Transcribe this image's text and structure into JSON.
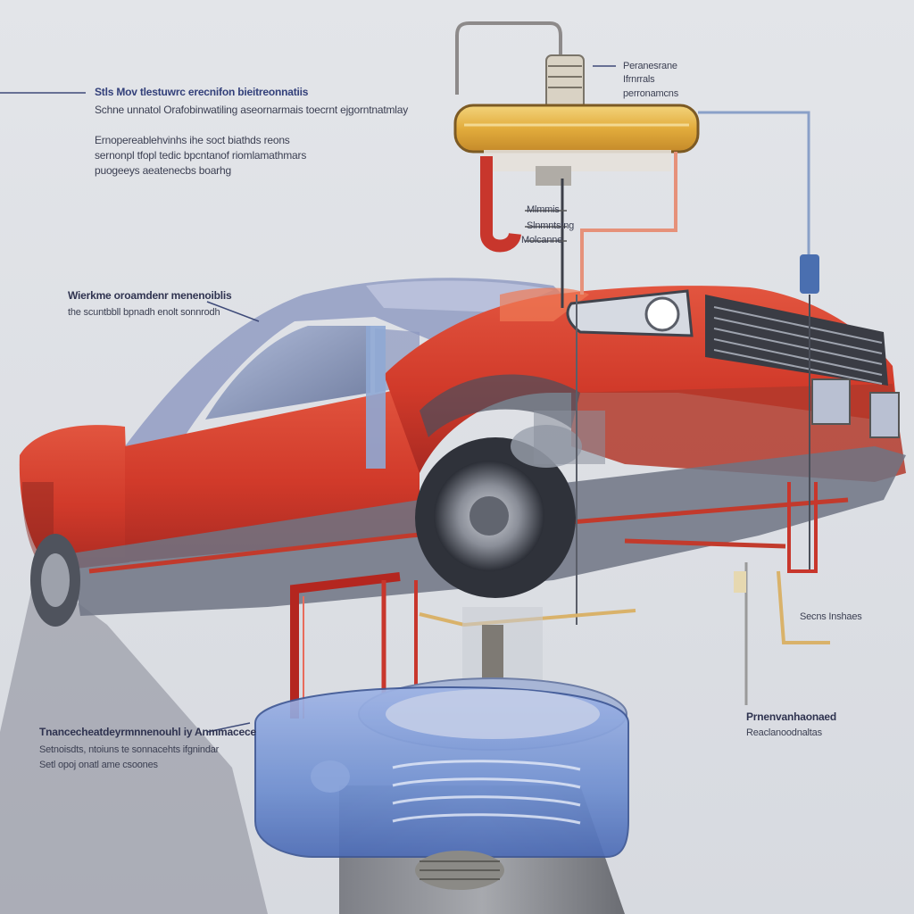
{
  "colors": {
    "background": "#e4e6ea",
    "car_body": "#d9412f",
    "reservoir_fill": "#e8b84a",
    "lines_red": "#c8362c",
    "lines_blue": "#4a6fb0",
    "pump_housing": "#6f8fd0"
  },
  "callouts": {
    "main_title": "Stls Mov tlestuwrc erecnifon bieitreonnatiis",
    "main_subtitle": "Schne unnatol Orafobinwatiling aseornarmais toecrnt ejgorntnatmlay",
    "main_text_1": "Ernopereablehvinhs ihe soct biathds reons",
    "main_text_2": "sernonpl tfopl tedic bpcntanof riomlamathmars",
    "main_text_3": "puogeeys aeatenecbs boarhg",
    "reservoir_1": "Peranesrane",
    "reservoir_2": "Ifrnrrals",
    "reservoir_3": "perronamcns",
    "valve_1": "Mlmmis",
    "valve_2": "Slnmntstng",
    "valve_3": "Molcanne",
    "fender_1": "Wierkme oroamdenr menenoiblis",
    "fender_2": "the scuntbbll bpnadh enolt sonnrodh",
    "pump_1": "Tnancecheatdeyrmnnenouhl iy Anmmacece",
    "pump_2": "Setnoisdts, ntoiuns te sonnacehts ifgnindar",
    "pump_3": "Setl opoj onatl ame csoones",
    "right_1": "Secns Inshaes",
    "right_2": "Prnenvanhaonaed",
    "right_3": "Reaclanoodnaltas"
  }
}
